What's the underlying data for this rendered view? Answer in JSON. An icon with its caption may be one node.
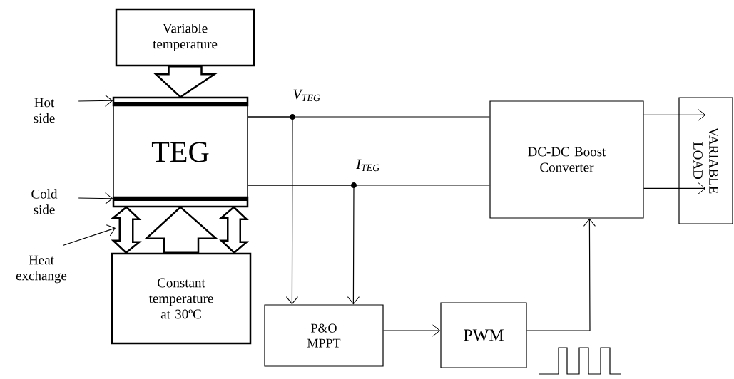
{
  "diagram": {
    "nodes": [
      {
        "text": [
          "Variable temperature"
        ]
      },
      {
        "text": [
          "TEG"
        ]
      },
      {
        "text": [
          "Hot side"
        ]
      },
      {
        "text": [
          "Cold side"
        ]
      },
      {
        "text": [
          "Constant temperature at 30ºC"
        ]
      },
      {
        "text": [
          "Heat exchange"
        ]
      },
      {
        "text": [
          "DC-DC Boost Converter"
        ]
      },
      {
        "text": [
          "VARIABLE LOAD"
        ]
      },
      {
        "text": [
          "P&O MPPT"
        ]
      },
      {
        "text": [
          "PWM"
        ]
      }
    ],
    "edges": [
      {
        "from": 0,
        "to": 1,
        "arrow": "to",
        "style": "thick"
      },
      {
        "from": 2,
        "to": 1,
        "arrow": "to"
      },
      {
        "from": 3,
        "to": 1,
        "arrow": "to"
      },
      {
        "from": 4,
        "to": 1,
        "arrow": "to",
        "style": "thick"
      },
      {
        "from": 4,
        "to": 1,
        "arrow": "both",
        "style": "thick"
      },
      {
        "from": 4,
        "to": 1,
        "arrow": "both",
        "style": "thick"
      },
      {
        "from": 5,
        "to": null,
        "arrow": "to"
      },
      {
        "from": 1,
        "to": 6,
        "arrow": "none",
        "label": "V$_{TEG}$"
      },
      {
        "from": 1,
        "to": 6,
        "arrow": "none",
        "label": "I$_{TEG}$"
      },
      {
        "from": 1,
        "to": 8,
        "arrow": "to"
      },
      {
        "from": 1,
        "to": 8,
        "arrow": "to"
      },
      {
        "from": 6,
        "to": 7,
        "arrow": "to"
      },
      {
        "from": 6,
        "to": 7,
        "arrow": "to"
      },
      {
        "from": 8,
        "to": 9,
        "arrow": "to"
      },
      {
        "from": 9,
        "to": 6,
        "arrow": "to"
      }
    ]
  }
}
